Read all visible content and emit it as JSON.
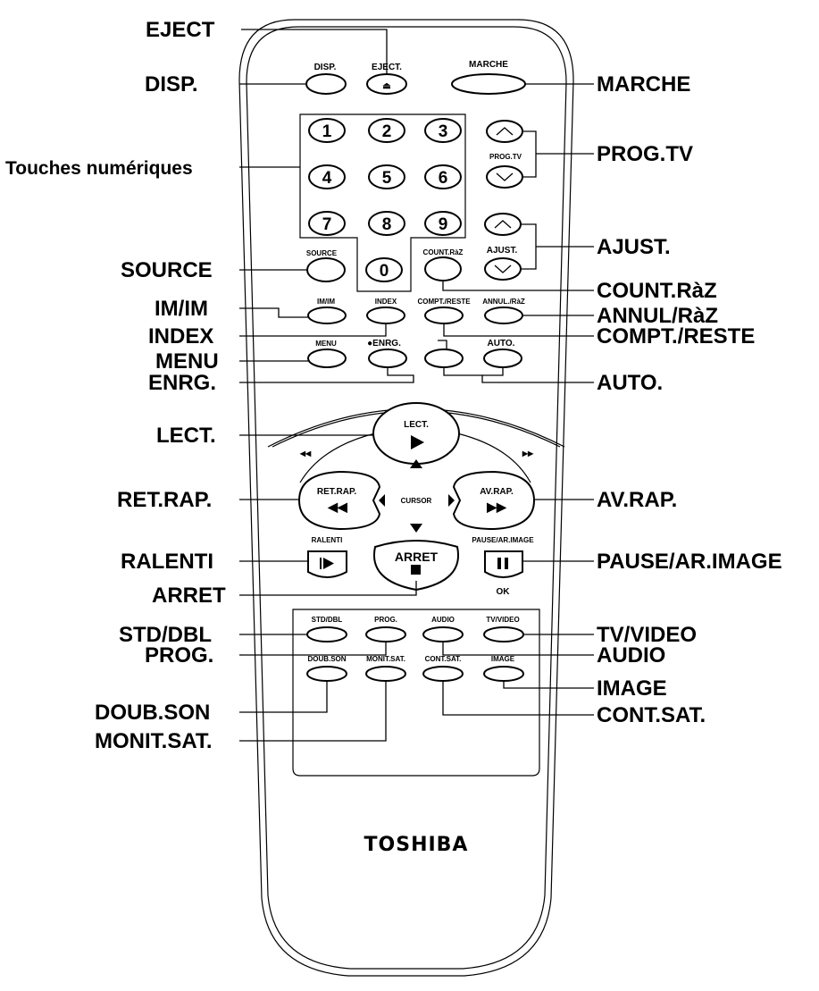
{
  "brand": "TOSHIBA",
  "callouts": {
    "eject": "EJECT",
    "disp": "DISP.",
    "marche": "MARCHE",
    "touches": "Touches numériques",
    "progtv": "PROG.TV",
    "ajust": "AJUST.",
    "source": "SOURCE",
    "countraz": "COUNT.RàZ",
    "imim": "IM/IM",
    "annulraz": "ANNUL/RàZ",
    "index": "INDEX",
    "comptreste": "COMPT./RESTE",
    "menu": "MENU",
    "enrg": "ENRG.",
    "auto": "AUTO.",
    "lect": "LECT.",
    "retrap": "RET.RAP.",
    "avrap": "AV.RAP.",
    "ralenti": "RALENTI",
    "pause": "PAUSE/AR.IMAGE",
    "arret": "ARRET",
    "stddbl": "STD/DBL",
    "tvvideo": "TV/VIDEO",
    "prog": "PROG.",
    "audio": "AUDIO",
    "image": "IMAGE",
    "doubson": "DOUB.SON",
    "contsat": "CONT.SAT.",
    "monitsat": "MONIT.SAT."
  },
  "remote": {
    "disp": "DISP.",
    "eject": "EJECT.",
    "eject_symbol": "⏏",
    "marche": "MARCHE",
    "digits": [
      "1",
      "2",
      "3",
      "4",
      "5",
      "6",
      "7",
      "8",
      "9",
      "0"
    ],
    "progtv": "PROG.TV",
    "ajust": "AJUST.",
    "source": "SOURCE",
    "countraz": "COUNT.RàZ",
    "imim": "IM/IM",
    "index": "INDEX",
    "comptreste": "COMPT./RESTE",
    "annulraz": "ANNUL./RàZ",
    "menu": "MENU",
    "enrg": "●ENRG.",
    "auto": "AUTO.",
    "lect": "LECT.",
    "retrap": "RET.RAP.",
    "avrap": "AV.RAP.",
    "cursor": "CURSOR",
    "ralenti": "RALENTI",
    "arret": "ARRET",
    "pause": "PAUSE/AR.IMAGE",
    "ok": "OK",
    "stddbl": "STD/DBL",
    "prog": "PROG.",
    "audio": "AUDIO",
    "tvvideo": "TV/VIDEO",
    "doubson": "DOUB.SON",
    "monitsat": "MONIT.SAT.",
    "contsat": "CONT.SAT.",
    "image": "IMAGE"
  }
}
